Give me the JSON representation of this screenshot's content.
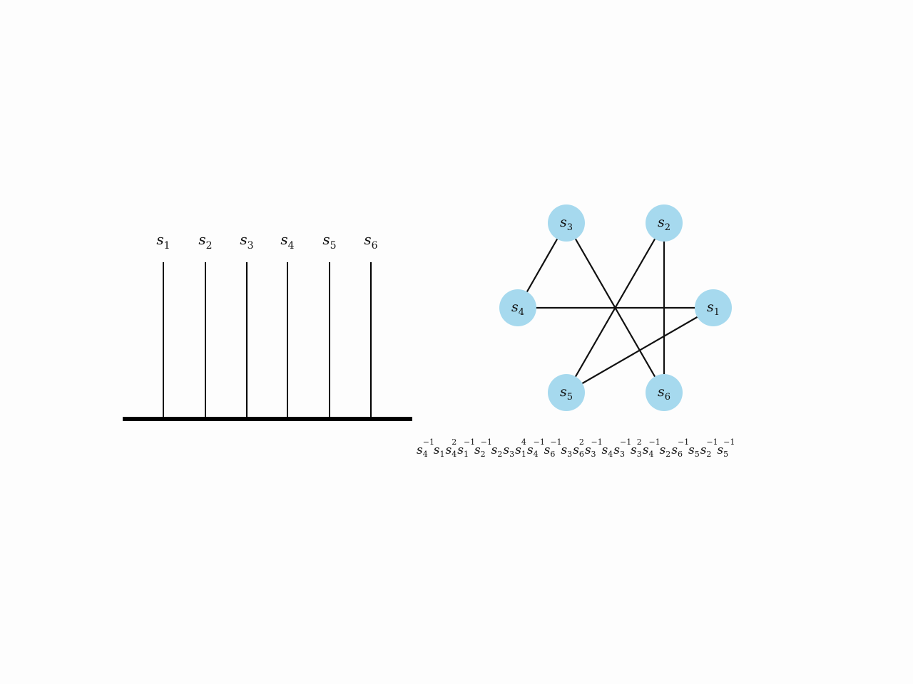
{
  "strands": [
    {
      "id": "s1",
      "base": "s",
      "sub": "1"
    },
    {
      "id": "s2",
      "base": "s",
      "sub": "2"
    },
    {
      "id": "s3",
      "base": "s",
      "sub": "3"
    },
    {
      "id": "s4",
      "base": "s",
      "sub": "4"
    },
    {
      "id": "s5",
      "base": "s",
      "sub": "5"
    },
    {
      "id": "s6",
      "base": "s",
      "sub": "6"
    }
  ],
  "graph": {
    "node_color": "#a6d9ee",
    "nodes": [
      {
        "id": "s1",
        "base": "s",
        "sub": "1"
      },
      {
        "id": "s2",
        "base": "s",
        "sub": "2"
      },
      {
        "id": "s3",
        "base": "s",
        "sub": "3"
      },
      {
        "id": "s4",
        "base": "s",
        "sub": "4"
      },
      {
        "id": "s5",
        "base": "s",
        "sub": "5"
      },
      {
        "id": "s6",
        "base": "s",
        "sub": "6"
      }
    ],
    "edges": [
      [
        "s3",
        "s4"
      ],
      [
        "s3",
        "s6"
      ],
      [
        "s2",
        "s5"
      ],
      [
        "s2",
        "s6"
      ],
      [
        "s4",
        "s1"
      ],
      [
        "s1",
        "s5"
      ]
    ]
  },
  "word": [
    {
      "base": "s",
      "sub": "4",
      "exp": "−1"
    },
    {
      "base": "s",
      "sub": "1",
      "exp": ""
    },
    {
      "base": "s",
      "sub": "4",
      "exp": "2"
    },
    {
      "base": "s",
      "sub": "1",
      "exp": "−1"
    },
    {
      "base": "s",
      "sub": "2",
      "exp": "−1"
    },
    {
      "base": "s",
      "sub": "2",
      "exp": ""
    },
    {
      "base": "s",
      "sub": "3",
      "exp": ""
    },
    {
      "base": "s",
      "sub": "1",
      "exp": "4"
    },
    {
      "base": "s",
      "sub": "4",
      "exp": "−1"
    },
    {
      "base": "s",
      "sub": "6",
      "exp": "−1"
    },
    {
      "base": "s",
      "sub": "3",
      "exp": ""
    },
    {
      "base": "s",
      "sub": "6",
      "exp": "2"
    },
    {
      "base": "s",
      "sub": "3",
      "exp": "−1"
    },
    {
      "base": "s",
      "sub": "4",
      "exp": ""
    },
    {
      "base": "s",
      "sub": "3",
      "exp": "−1"
    },
    {
      "base": "s",
      "sub": "3",
      "exp": "2"
    },
    {
      "base": "s",
      "sub": "4",
      "exp": "−1"
    },
    {
      "base": "s",
      "sub": "2",
      "exp": ""
    },
    {
      "base": "s",
      "sub": "6",
      "exp": "−1"
    },
    {
      "base": "s",
      "sub": "5",
      "exp": ""
    },
    {
      "base": "s",
      "sub": "2",
      "exp": "−1"
    },
    {
      "base": "s",
      "sub": "5",
      "exp": "−1"
    }
  ]
}
